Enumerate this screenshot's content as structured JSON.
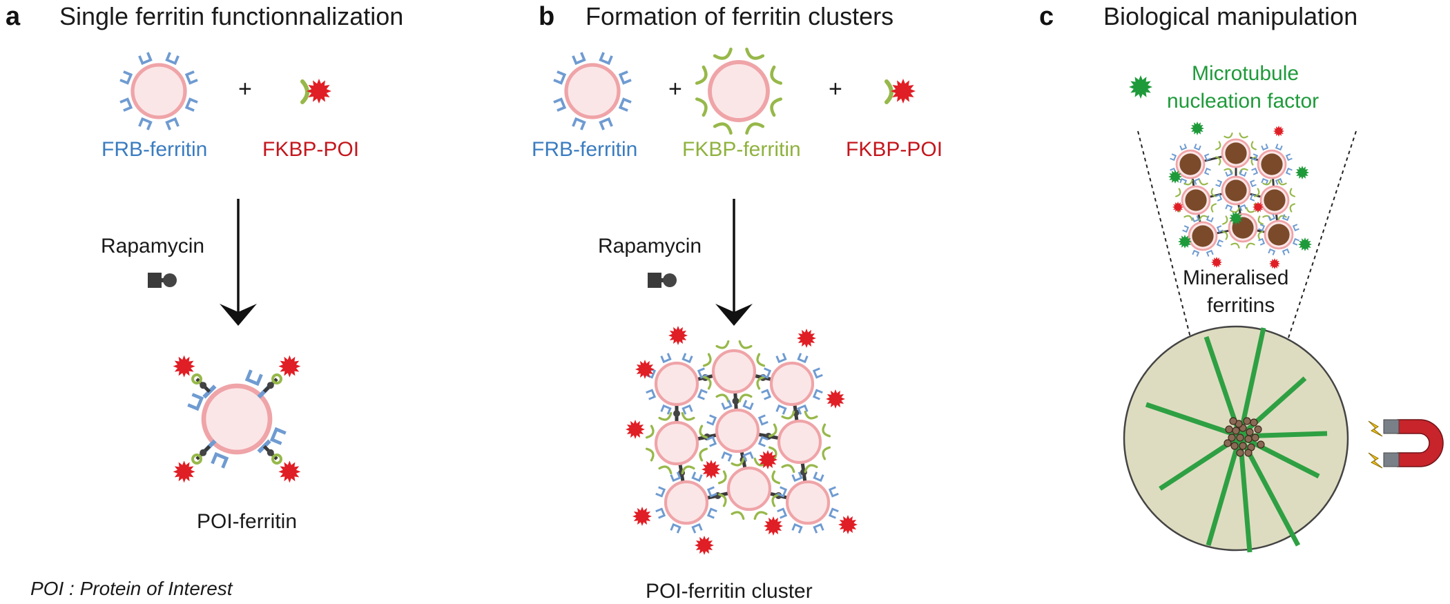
{
  "panels": {
    "a": {
      "letter": "a",
      "title": "Single ferritin functionnalization",
      "frb_label": "FRB-ferritin",
      "fkbp_poi_label": "FKBP-POI",
      "plus": "+",
      "rapamycin_label": "Rapamycin",
      "product_label": "POI-ferritin",
      "footnote": "POI : Protein of Interest"
    },
    "b": {
      "letter": "b",
      "title": "Formation of ferritin clusters",
      "frb_label": "FRB-ferritin",
      "fkbp_ferritin_label": "FKBP-ferritin",
      "fkbp_poi_label": "FKBP-POI",
      "plus_1": "+",
      "plus_2": "+",
      "rapamycin_label": "Rapamycin",
      "product_label": "POI-ferritin cluster"
    },
    "c": {
      "letter": "c",
      "title": "Biological manipulation",
      "factor_label_line1": "Microtubule",
      "factor_label_line2": "nucleation factor",
      "mineral_label_line1": "Mineralised",
      "mineral_label_line2": "ferritins"
    }
  },
  "colors": {
    "frb_blue": "#6f9bd1",
    "fkbp_green": "#97b84a",
    "poi_red": "#e01e25",
    "ferritin_pink": "#efa4a8",
    "ferritin_core": "#fbe6e7",
    "mineral_core": "#7a4a2a",
    "microtubule_green": "#2ea043",
    "cell_fill": "#dedcc0",
    "magnet_red": "#c8242b"
  },
  "icons": [
    "rapamycin-icon",
    "magnet-icon",
    "lightning-icon",
    "microtubule-nucleation-factor-icon"
  ]
}
